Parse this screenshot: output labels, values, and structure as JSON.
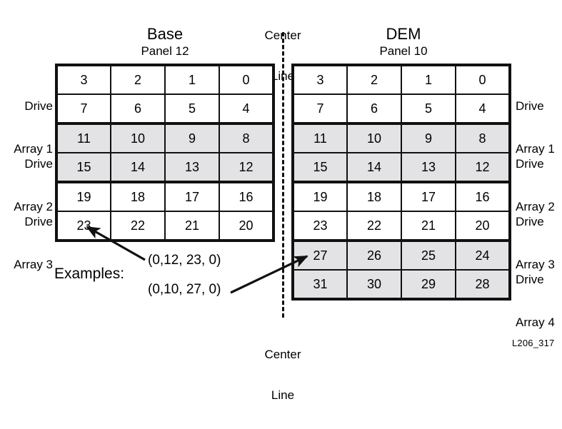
{
  "figure": {
    "code": "L206_317",
    "center_line_top": {
      "line1": "Center",
      "line2": "Line"
    },
    "center_line_bottom": {
      "line1": "Center",
      "line2": "Line"
    }
  },
  "panels": [
    {
      "id": "base",
      "title": "Base",
      "subtitle": "Panel 12",
      "label_side": "left",
      "groups": [
        {
          "label_line1": "Drive",
          "label_line2": "Array 1",
          "shaded": false,
          "rows": [
            [
              "3",
              "2",
              "1",
              "0"
            ],
            [
              "7",
              "6",
              "5",
              "4"
            ]
          ]
        },
        {
          "label_line1": "Drive",
          "label_line2": "Array 2",
          "shaded": true,
          "rows": [
            [
              "11",
              "10",
              "9",
              "8"
            ],
            [
              "15",
              "14",
              "13",
              "12"
            ]
          ]
        },
        {
          "label_line1": "Drive",
          "label_line2": "Array 3",
          "shaded": false,
          "rows": [
            [
              "19",
              "18",
              "17",
              "16"
            ],
            [
              "23",
              "22",
              "21",
              "20"
            ]
          ]
        }
      ]
    },
    {
      "id": "dem",
      "title": "DEM",
      "subtitle": "Panel 10",
      "label_side": "right",
      "groups": [
        {
          "label_line1": "Drive",
          "label_line2": "Array 1",
          "shaded": false,
          "rows": [
            [
              "3",
              "2",
              "1",
              "0"
            ],
            [
              "7",
              "6",
              "5",
              "4"
            ]
          ]
        },
        {
          "label_line1": "Drive",
          "label_line2": "Array 2",
          "shaded": true,
          "rows": [
            [
              "11",
              "10",
              "9",
              "8"
            ],
            [
              "15",
              "14",
              "13",
              "12"
            ]
          ]
        },
        {
          "label_line1": "Drive",
          "label_line2": "Array 3",
          "shaded": false,
          "rows": [
            [
              "19",
              "18",
              "17",
              "16"
            ],
            [
              "23",
              "22",
              "21",
              "20"
            ]
          ]
        },
        {
          "label_line1": "Drive",
          "label_line2": "Array 4",
          "shaded": true,
          "rows": [
            [
              "27",
              "26",
              "25",
              "24"
            ],
            [
              "31",
              "30",
              "29",
              "28"
            ]
          ]
        }
      ]
    }
  ],
  "examples": {
    "heading": "Examples:",
    "items": [
      {
        "text": "(0,12, 23, 0)",
        "points_to_cell": "23",
        "points_to_panel": "Base"
      },
      {
        "text": "(0,10, 27, 0)",
        "points_to_cell": "27",
        "points_to_panel": "DEM"
      }
    ]
  }
}
